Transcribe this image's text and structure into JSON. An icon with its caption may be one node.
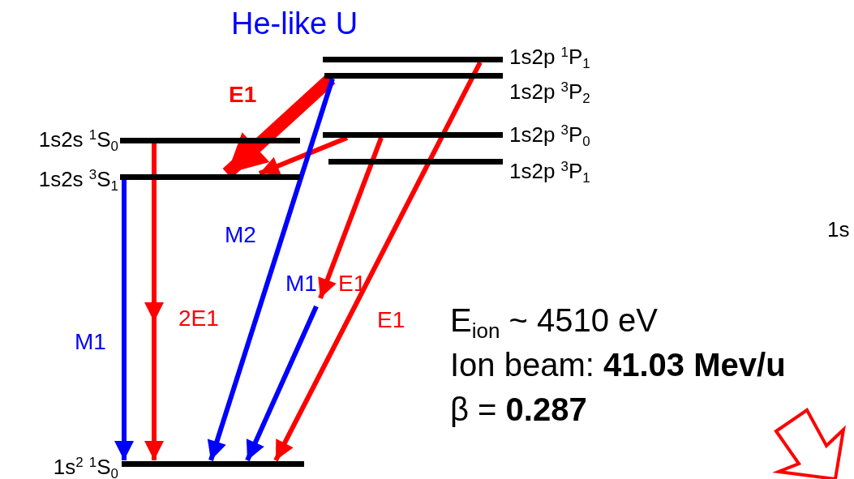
{
  "diagram": {
    "title": "He-like U",
    "nodes": [
      {
        "text": [
          "1s2p $^{1}$P$_{1}$"
        ]
      },
      {
        "text": [
          "1s2p $^{3}$P$_{2}$"
        ]
      },
      {
        "text": [
          "1s2p $^{3}$P$_{0}$"
        ]
      },
      {
        "text": [
          "1s2p $^{3}$P$_{1}$"
        ]
      },
      {
        "text": [
          "1s2s $^{1}$S$_{0}$"
        ]
      },
      {
        "text": [
          "1s2s $^{3}$S$_{1}$"
        ]
      },
      {
        "text": [
          "1s$^{2}$ $^{1}$S$_{0}$"
        ]
      }
    ],
    "edges": [
      {
        "from": 1,
        "to": 5,
        "arrow": "to",
        "label": "E1",
        "style": "thick"
      },
      {
        "from": 2,
        "to": 5,
        "arrow": "to"
      },
      {
        "from": 1,
        "to": 6,
        "arrow": "to",
        "label": "M2",
        "color": "#0000ff"
      },
      {
        "from": 2,
        "to": null,
        "arrow": "to",
        "label": "E1"
      },
      {
        "from": null,
        "to": 6,
        "arrow": "to",
        "label": "M1",
        "color": "#0000ff"
      },
      {
        "from": 0,
        "to": 6,
        "arrow": "to",
        "label": "E1"
      },
      {
        "from": 4,
        "to": 6,
        "arrow": "to",
        "label": "2E1"
      },
      {
        "from": 5,
        "to": 6,
        "arrow": "to",
        "label": "M1",
        "color": "#0000ff"
      }
    ],
    "labels": [
      "1s",
      "E$_{ion}$ ~ 4510 eV",
      "Ion beam: **41.03 Mev/u**",
      "β = **0.287**"
    ]
  }
}
